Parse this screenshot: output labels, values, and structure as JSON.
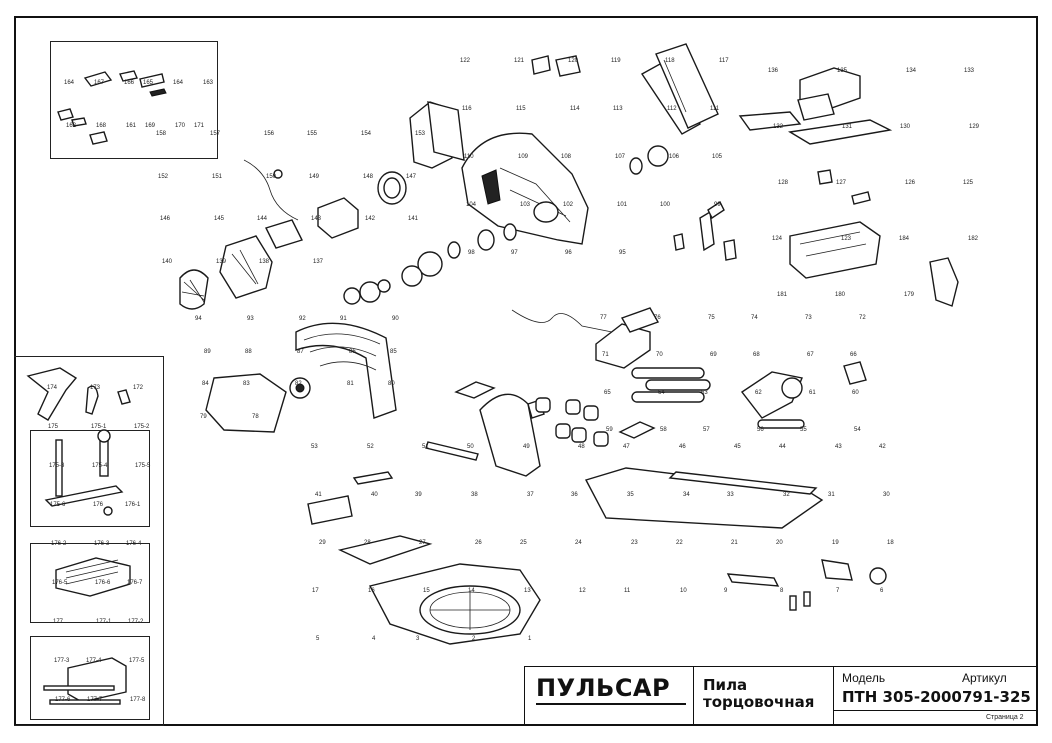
{
  "title_block": {
    "brand": "ПУЛЬСАР",
    "product_name_line1": "Пила",
    "product_name_line2": "торцовочная",
    "model_label": "Модель",
    "model_value": "ПТН 305-2000",
    "article_label": "Артикул",
    "article_value": "791-325",
    "page_label": "Страница 2"
  },
  "callouts": {
    "switch_box": [
      "164",
      "167",
      "166",
      "165",
      "164",
      "163",
      "162",
      "168",
      "161",
      "169",
      "170",
      "171"
    ],
    "accessories": [
      "174",
      "173",
      "172",
      "175",
      "175-1",
      "175-2",
      "175-3",
      "175-4",
      "175-5",
      "175-6",
      "176",
      "176-1",
      "176-2",
      "176-3",
      "176-4",
      "176-5",
      "176-6",
      "176-7",
      "177",
      "177-1",
      "177-2",
      "177-3",
      "177-4",
      "177-5",
      "177-6",
      "177-7",
      "177-8"
    ],
    "motor": [
      "158",
      "157",
      "156",
      "155",
      "154",
      "153",
      "152",
      "151",
      "150",
      "149",
      "148",
      "147",
      "146",
      "145",
      "144",
      "143",
      "142",
      "141",
      "140",
      "139",
      "138",
      "137"
    ],
    "head": [
      "122",
      "121",
      "120",
      "119",
      "118",
      "117",
      "116",
      "115",
      "114",
      "113",
      "112",
      "111",
      "110",
      "109",
      "108",
      "107",
      "106",
      "105",
      "104",
      "103",
      "102",
      "101",
      "100",
      "99",
      "98",
      "97",
      "96",
      "95"
    ],
    "guard": [
      "94",
      "93",
      "92",
      "91",
      "90",
      "89",
      "88",
      "87",
      "86",
      "85",
      "84",
      "83",
      "82",
      "81",
      "80",
      "79",
      "78"
    ],
    "rail_right": [
      "136",
      "135",
      "134",
      "133",
      "132",
      "131",
      "130",
      "129",
      "128",
      "127",
      "126",
      "125",
      "124",
      "123",
      "184",
      "182",
      "181",
      "180",
      "179"
    ],
    "arm": [
      "77",
      "76",
      "75",
      "74",
      "73",
      "72",
      "71",
      "70",
      "69",
      "68",
      "67",
      "66",
      "65",
      "64",
      "63",
      "62",
      "61",
      "60",
      "59",
      "58",
      "57",
      "56",
      "55",
      "54"
    ],
    "base": [
      "53",
      "52",
      "51",
      "50",
      "49",
      "48",
      "47",
      "46",
      "45",
      "44",
      "43",
      "42",
      "41",
      "40",
      "39",
      "38",
      "37",
      "36",
      "35",
      "34",
      "33",
      "32",
      "31",
      "30",
      "29",
      "28",
      "27",
      "26",
      "25",
      "24",
      "23",
      "22",
      "21",
      "20",
      "19",
      "18",
      "17",
      "16",
      "15",
      "14",
      "13",
      "12",
      "11",
      "10",
      "9",
      "8",
      "7",
      "6",
      "5",
      "4",
      "3",
      "2",
      "1"
    ]
  }
}
